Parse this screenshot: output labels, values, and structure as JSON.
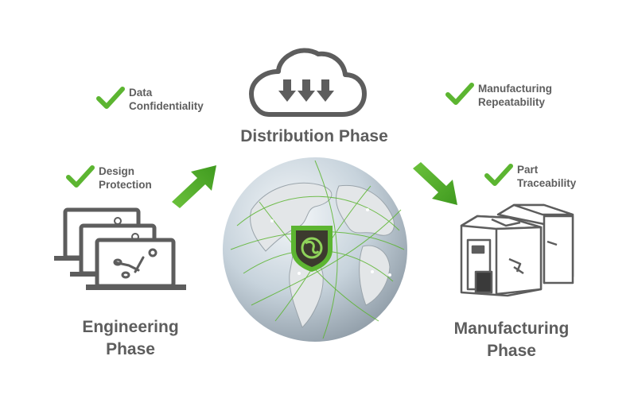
{
  "phases": {
    "distribution": "Distribution Phase",
    "engineering": [
      "Engineering",
      "Phase"
    ],
    "manufacturing": [
      "Manufacturing",
      "Phase"
    ]
  },
  "features": {
    "data_confidentiality": [
      "Data",
      "Confidentiality"
    ],
    "design_protection": [
      "Design",
      "Protection"
    ],
    "manufacturing_repeatability": [
      "Manufacturing",
      "Repeatability"
    ],
    "part_traceability": [
      "Part",
      "Traceability"
    ]
  },
  "colors": {
    "green": "#5cb531",
    "dark_green": "#3f8a1e",
    "gray": "#5d5d5d",
    "globe": "#c9d6e0"
  },
  "icons": [
    "cloud-download-icon",
    "checkmark-icon",
    "arrow-icon",
    "laptop-icon",
    "globe-icon",
    "shield-icon",
    "3d-printer-icon"
  ]
}
